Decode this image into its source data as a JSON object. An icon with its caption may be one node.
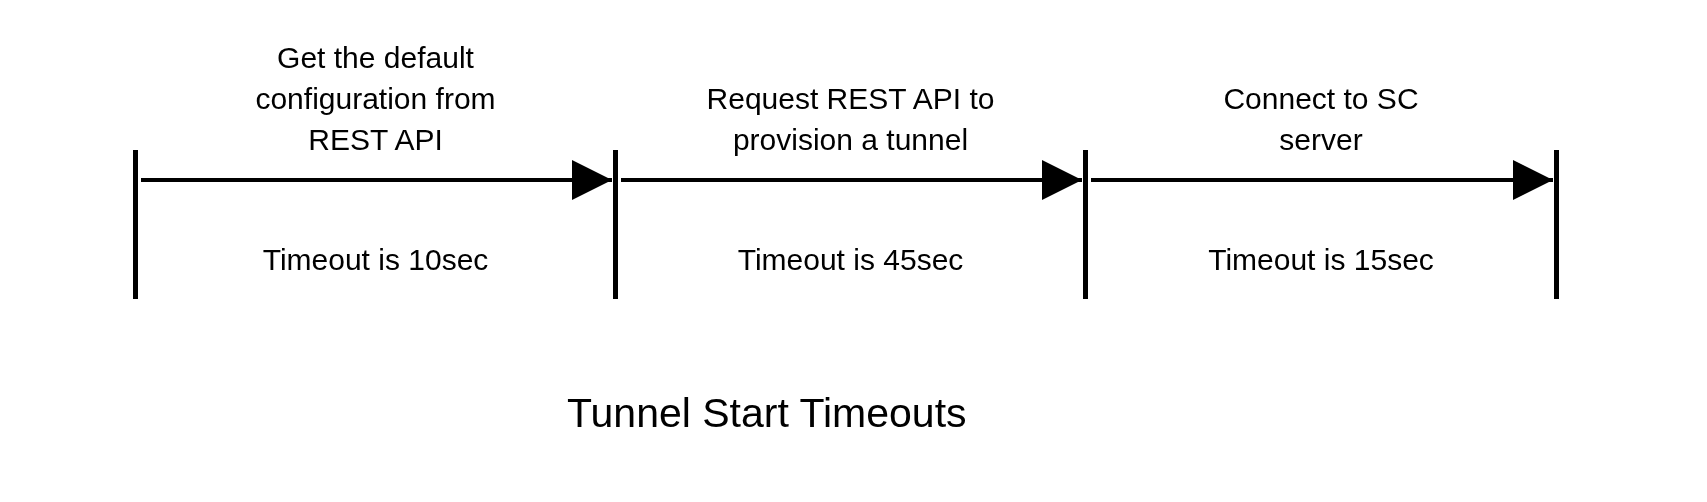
{
  "diagram": {
    "title": "Tunnel Start Timeouts",
    "nodes": [
      {
        "text": [],
        "shape": "bar"
      },
      {
        "text": [],
        "shape": "bar"
      },
      {
        "text": [],
        "shape": "bar"
      },
      {
        "text": [],
        "shape": "bar"
      }
    ],
    "edges": [
      {
        "from": 0,
        "to": 1,
        "arrow": "to",
        "label": "Get the default configuration from REST API"
      },
      {
        "from": 1,
        "to": 2,
        "arrow": "to",
        "label": "Request REST API to provision a tunnel"
      },
      {
        "from": 2,
        "to": 3,
        "arrow": "to",
        "label": "Connect to SC server"
      }
    ],
    "labels": [
      "Timeout is 10sec",
      "Timeout is 45sec",
      "Timeout is 15sec"
    ]
  }
}
